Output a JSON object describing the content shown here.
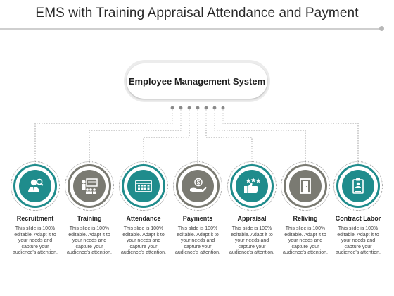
{
  "title": "EMS with Training Appraisal Attendance and Payment",
  "center": {
    "label": "Employee Management System"
  },
  "colors": {
    "teal": "#1f8c8c",
    "gray": "#7a7a72",
    "connector": "#a0a0a0"
  },
  "items": [
    {
      "label": "Recruitment",
      "icon": "recruitment-icon",
      "color": "teal",
      "desc": [
        "This slide is 100%",
        "editable. Adapt it to",
        "your needs and",
        "capture your",
        "audience's attention."
      ]
    },
    {
      "label": "Training",
      "icon": "training-icon",
      "color": "gray",
      "desc": [
        "This slide is 100%",
        "editable. Adapt it to",
        "your needs and",
        "capture your",
        "audience's attention."
      ]
    },
    {
      "label": "Attendance",
      "icon": "attendance-icon",
      "color": "teal",
      "desc": [
        "This slide is 100%",
        "editable. Adapt it to",
        "your needs and",
        "capture your",
        "audience's attention."
      ]
    },
    {
      "label": "Payments",
      "icon": "payments-icon",
      "color": "gray",
      "desc": [
        "This slide is 100%",
        "editable. Adapt it to",
        "your needs and",
        "capture your",
        "audience's attention."
      ]
    },
    {
      "label": "Appraisal",
      "icon": "appraisal-icon",
      "color": "teal",
      "desc": [
        "This slide is 100%",
        "editable. Adapt it to",
        "your needs and",
        "capture your",
        "audience's attention."
      ]
    },
    {
      "label": "Reliving",
      "icon": "reliving-icon",
      "color": "gray",
      "desc": [
        "This slide is 100%",
        "editable. Adapt it to",
        "your needs and",
        "capture your",
        "audience's attention."
      ]
    },
    {
      "label": "Contract Labor",
      "icon": "contract-labor-icon",
      "color": "teal",
      "desc": [
        "This slide is 100%",
        "editable. Adapt it to",
        "your needs and",
        "capture your",
        "audience's attention."
      ]
    }
  ]
}
